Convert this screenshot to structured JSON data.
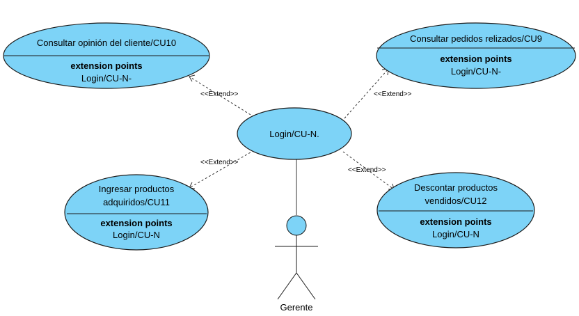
{
  "colors": {
    "use_case_fill": "#7dd3f7",
    "stroke": "#1a1a1a",
    "background": "#ffffff"
  },
  "use_cases": {
    "login": {
      "title": "Login/CU-N."
    },
    "cu10": {
      "title": "Consultar opinión del cliente/CU10",
      "ep_title": "extension points",
      "ep_item": "Login/CU-N-"
    },
    "cu9": {
      "title": "Consultar pedidos relizados/CU9",
      "ep_title": "extension points",
      "ep_item": "Login/CU-N-"
    },
    "cu11": {
      "title_line1": "Ingresar productos",
      "title_line2": "adquiridos/CU11",
      "ep_title": "extension points",
      "ep_item": "Login/CU-N"
    },
    "cu12": {
      "title_line1": "Descontar productos",
      "title_line2": "vendidos/CU12",
      "ep_title": "extension points",
      "ep_item": "Login/CU-N"
    }
  },
  "relationships": {
    "extend_cu10": "<<Extend>>",
    "extend_cu9": "<<Extend>>",
    "extend_cu11": "<<Extend>>",
    "extend_cu12": "<<Extend>>"
  },
  "actor": {
    "name": "Gerente"
  }
}
